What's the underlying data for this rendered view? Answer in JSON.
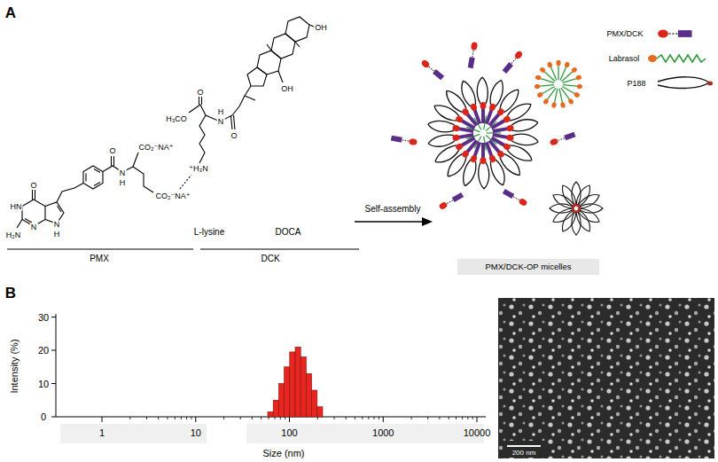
{
  "diagram": {
    "labels": [
      "A",
      "OH",
      "OH",
      "O",
      "H₃CO",
      "H",
      "N",
      "O",
      "CO₂⁻NA⁺",
      "⁺H₃N",
      "O",
      "N",
      "H",
      "CO₂⁻NA⁺",
      "O",
      "HN",
      "N",
      "H₂N",
      "N",
      "H",
      "L-lysine",
      "DOCA",
      "PMX",
      "DCK",
      "Self-assembly",
      "PMX/DCK-OP micelles",
      "B",
      "30",
      "20",
      "10",
      "0",
      "Intensity (%)",
      "1",
      "10",
      "100",
      "1000",
      "10000",
      "Size (nm)",
      "200 nm"
    ],
    "legend": [
      {
        "text": "PMX/DCK"
      },
      {
        "text": "Labrasol"
      },
      {
        "text": "P188"
      }
    ]
  }
}
